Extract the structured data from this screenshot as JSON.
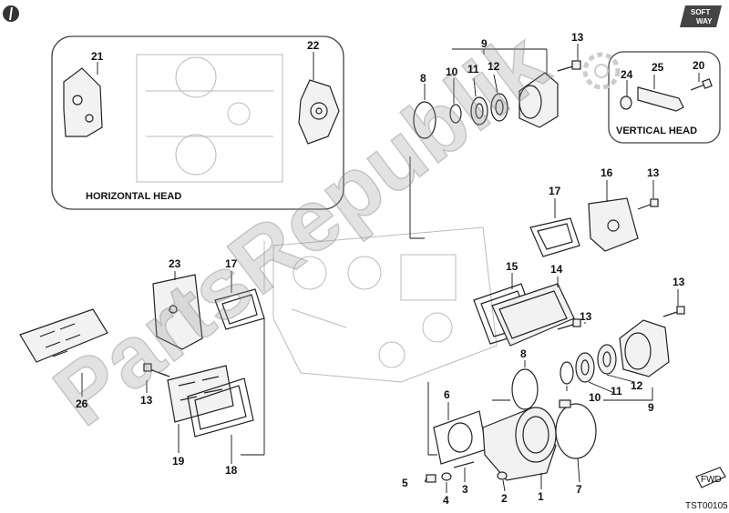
{
  "insets": {
    "horizontal": "HORIZONTAL HEAD",
    "vertical": "VERTICAL HEAD"
  },
  "watermark": "PartsRepublik",
  "logo": {
    "line1": "SOFT",
    "line2": "WAY"
  },
  "fwd_label": "FWD",
  "drawing_code": "TST00105",
  "callouts": {
    "c21": "21",
    "c22": "22",
    "c9top": "9",
    "c8top": "8",
    "c10top": "10",
    "c11top": "11",
    "c12top": "12",
    "c13top": "13",
    "c24": "24",
    "c25": "25",
    "c20": "20",
    "c16": "16",
    "c13r": "13",
    "c17r": "17",
    "c15": "15",
    "c14": "14",
    "c13m": "13",
    "c13rr": "13",
    "c23": "23",
    "c17l": "17",
    "c26": "26",
    "c13l": "13",
    "c19": "19",
    "c18": "18",
    "c8b": "8",
    "c10b": "10",
    "c11b": "11",
    "c12b": "12",
    "c9b": "9",
    "c6": "6",
    "c5": "5",
    "c4": "4",
    "c3": "3",
    "c2": "2",
    "c1": "1",
    "c7": "7"
  }
}
